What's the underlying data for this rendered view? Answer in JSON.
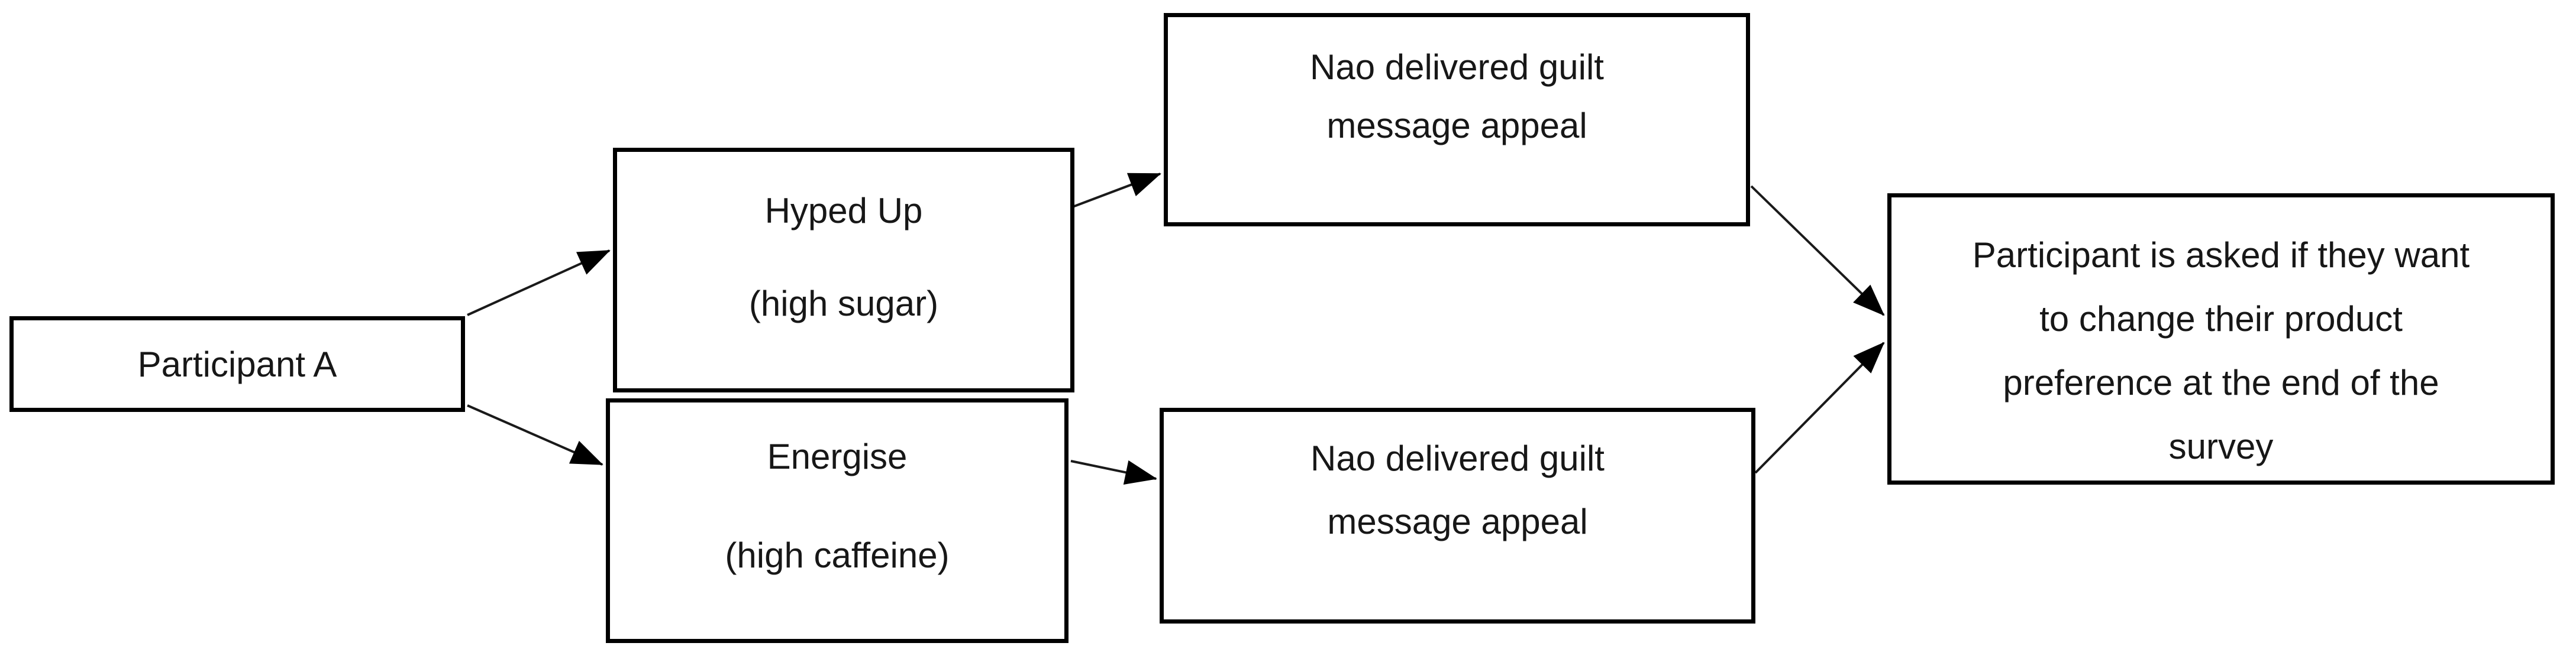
{
  "diagram": {
    "type": "flowchart",
    "colors": {
      "background": "#ffffff",
      "box_border": "#000000",
      "box_fill": "#ffffff",
      "text": "#171717",
      "arrow": "#000000"
    },
    "nodes": {
      "participant_a": {
        "lines": [
          "Participant A"
        ]
      },
      "hyped_up": {
        "lines": [
          "Hyped Up",
          "(high sugar)"
        ]
      },
      "energise": {
        "lines": [
          "Energise",
          "(high caffeine)"
        ]
      },
      "nao_guilt_top": {
        "lines": [
          "Nao delivered guilt",
          "message appeal"
        ]
      },
      "nao_guilt_bottom": {
        "lines": [
          "Nao delivered guilt",
          "message appeal"
        ]
      },
      "outcome": {
        "lines": [
          "Participant is asked if they want",
          "to change their product",
          "preference at the end of the",
          "survey"
        ]
      }
    },
    "edges": [
      {
        "from": "participant_a",
        "to": "hyped_up"
      },
      {
        "from": "participant_a",
        "to": "energise"
      },
      {
        "from": "hyped_up",
        "to": "nao_guilt_top"
      },
      {
        "from": "energise",
        "to": "nao_guilt_bottom"
      },
      {
        "from": "nao_guilt_top",
        "to": "outcome"
      },
      {
        "from": "nao_guilt_bottom",
        "to": "outcome"
      }
    ]
  }
}
